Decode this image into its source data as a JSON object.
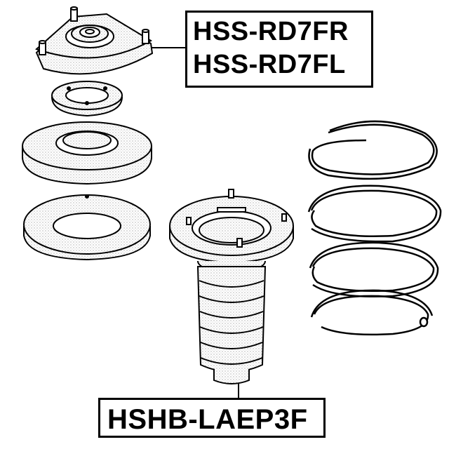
{
  "labels": {
    "top_line1": "HSS-RD7FR",
    "top_line2": "HSS-RD7FL",
    "bottom": "HSHB-LAEP3F"
  },
  "colors": {
    "line": "#000000",
    "background": "#ffffff",
    "texture": "#9a9a9a"
  }
}
